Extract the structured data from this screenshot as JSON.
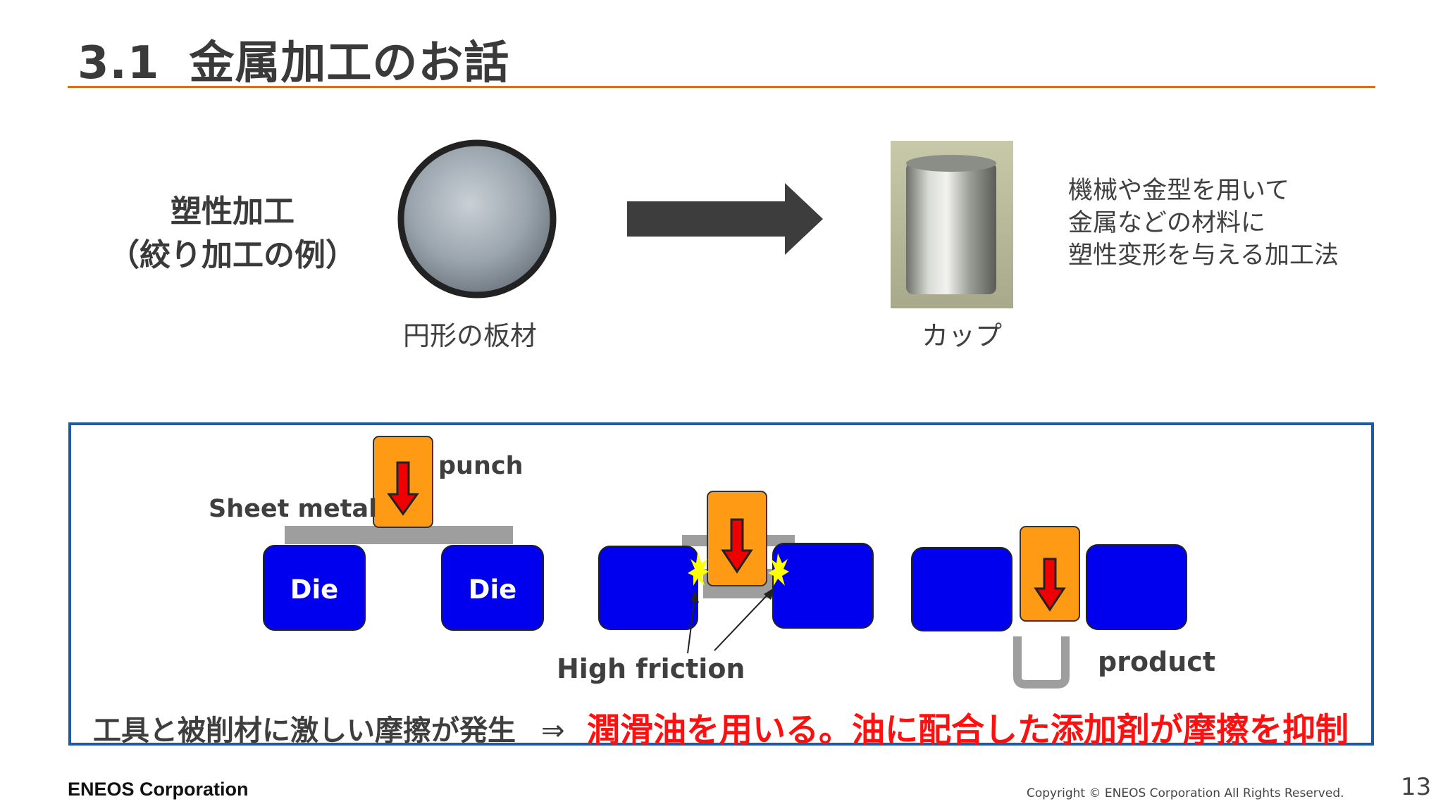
{
  "header": {
    "section_number": "3.1",
    "title": "金属加工のお話"
  },
  "intro": {
    "label_line1": "塑性加工",
    "label_line2": "（絞り加工の例）",
    "before_caption": "円形の板材",
    "after_caption": "カップ",
    "description_lines": [
      "機械や金型を用いて",
      "金属などの材料に",
      "塑性変形を与える加工法"
    ]
  },
  "diagram": {
    "punch_label": "punch",
    "sheet_label": "Sheet metal",
    "die_label": "Die",
    "friction_label": "High friction",
    "product_label": "product",
    "colors": {
      "die": "#0000ee",
      "punch": "#ff9a14",
      "arrow": "#ee0000",
      "sheet": "#9e9e9e",
      "spark": "#ffff00",
      "panel_border": "#1e5aa3"
    }
  },
  "conclusion": {
    "problem": "工具と被削材に激しい摩擦が発生",
    "arrow": "⇒",
    "solution": "潤滑油を用いる。油に配合した添加剤が摩擦を抑制"
  },
  "footer": {
    "logo": "ENEOS Corporation",
    "copyright": "Copyright © ENEOS Corporation  All Rights Reserved.",
    "page_number": "13"
  }
}
